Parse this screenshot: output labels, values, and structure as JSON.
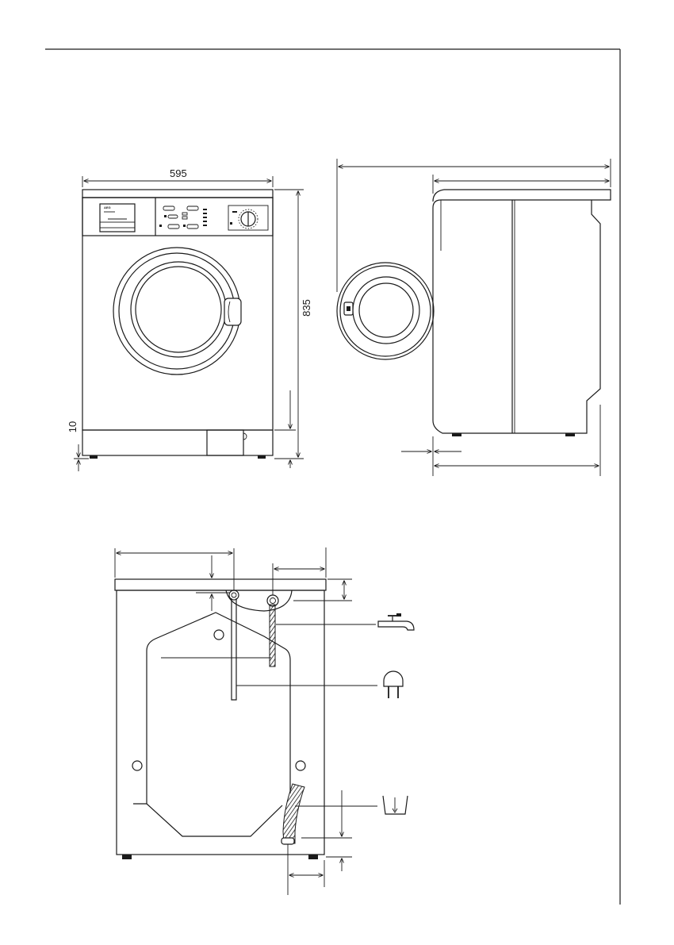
{
  "front_view": {
    "brand_logo": "AEG",
    "dimensions": {
      "width": "595",
      "height": "835",
      "foot_height": "10"
    }
  },
  "side_view": {},
  "rear_view": {
    "connections": [
      {
        "name": "water-inlet",
        "icon": "water-tap-icon"
      },
      {
        "name": "power-supply",
        "icon": "power-plug-icon"
      },
      {
        "name": "drain",
        "icon": "drain-basin-icon"
      }
    ]
  }
}
